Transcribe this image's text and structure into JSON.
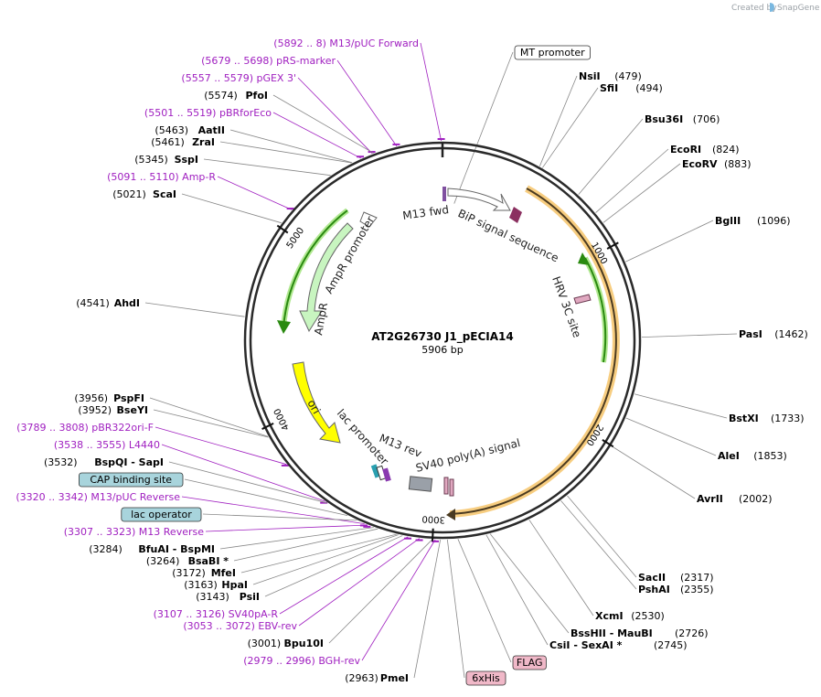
{
  "branding": {
    "created_by": "Created by",
    "app": "SnapGene"
  },
  "plasmid": {
    "name": "AT2G26730 J1_pECIA14",
    "length_label": "5906 bp",
    "length": 5906
  },
  "ring_ticks": [
    {
      "bp": 1000,
      "label": "1000"
    },
    {
      "bp": 2000,
      "label": "2000"
    },
    {
      "bp": 3000,
      "label": "3000"
    },
    {
      "bp": 4000,
      "label": "4000"
    },
    {
      "bp": 5000,
      "label": "5000"
    }
  ],
  "colors": {
    "primer": "#a020c0",
    "ampr": "#c8f5c0",
    "ori": "#ffff00",
    "bip": "#8b3060",
    "insert_halo": "#f5c060",
    "green_arrow": "#2a8a10",
    "cap_box": "#a8d4dc",
    "flag_box": "#f0b8c8"
  },
  "left_labels": [
    {
      "kind": "primer",
      "text": "(5892 .. 8)  M13/pUC Forward",
      "bp": 5900
    },
    {
      "kind": "primer",
      "text": "(5679 .. 5698)  pRS-marker",
      "bp": 5688
    },
    {
      "kind": "primer",
      "text": "(5557 .. 5579)  pGEX 3'",
      "bp": 5568
    },
    {
      "kind": "site",
      "pos": "(5574)",
      "enzyme": "PfoI",
      "bp": 5574
    },
    {
      "kind": "primer",
      "text": "(5501 .. 5519)  pBRforEco",
      "bp": 5510
    },
    {
      "kind": "site",
      "pos": "(5463)",
      "enzyme": "AatII",
      "bp": 5463
    },
    {
      "kind": "site",
      "pos": "(5461)",
      "enzyme": "ZraI",
      "bp": 5461
    },
    {
      "kind": "site",
      "pos": "(5345)",
      "enzyme": "SspI",
      "bp": 5345
    },
    {
      "kind": "primer",
      "text": "(5091 .. 5110)  Amp-R",
      "bp": 5100
    },
    {
      "kind": "site",
      "pos": "(5021)",
      "enzyme": "ScaI",
      "bp": 5021
    },
    {
      "kind": "site",
      "pos": "(4541)",
      "enzyme": "AhdI",
      "bp": 4541
    },
    {
      "kind": "site",
      "pos": "(3956)",
      "enzyme": "PspFI",
      "bp": 3956
    },
    {
      "kind": "site",
      "pos": "(3952)",
      "enzyme": "BseYI",
      "bp": 3952
    },
    {
      "kind": "primer",
      "text": "(3789 .. 3808)  pBR322ori-F",
      "bp": 3798
    },
    {
      "kind": "primer",
      "text": "(3538 .. 3555)  L4440",
      "bp": 3546
    },
    {
      "kind": "site",
      "pos": "(3532)",
      "enzyme": "BspQI  - SapI",
      "bp": 3532
    },
    {
      "kind": "box",
      "text": "CAP binding site",
      "bp": 3420
    },
    {
      "kind": "primer",
      "text": "(3320 .. 3342)  M13/pUC Reverse",
      "bp": 3331
    },
    {
      "kind": "box",
      "text": "lac operator",
      "bp": 3370
    },
    {
      "kind": "primer",
      "text": "(3307 .. 3323)  M13 Reverse",
      "bp": 3315
    },
    {
      "kind": "site",
      "pos": "(3284)",
      "enzyme": "BfuAI  - BspMI",
      "bp": 3284
    },
    {
      "kind": "site",
      "pos": "(3264)",
      "enzyme": "BsaBI *",
      "bp": 3264
    },
    {
      "kind": "site",
      "pos": "(3172)",
      "enzyme": "MfeI",
      "bp": 3172
    },
    {
      "kind": "site",
      "pos": "(3163)",
      "enzyme": "HpaI",
      "bp": 3163
    },
    {
      "kind": "site",
      "pos": "(3143)",
      "enzyme": "PsiI",
      "bp": 3143
    },
    {
      "kind": "primer",
      "text": "(3107 .. 3126)  SV40pA-R",
      "bp": 3116
    },
    {
      "kind": "primer",
      "text": "(3053 .. 3072)  EBV-rev",
      "bp": 3062
    },
    {
      "kind": "site",
      "pos": "(3001)",
      "enzyme": "Bpu10I",
      "bp": 3001
    },
    {
      "kind": "primer",
      "text": "(2979 .. 2996)  BGH-rev",
      "bp": 2987
    },
    {
      "kind": "site",
      "pos": "(2963)",
      "enzyme": "PmeI",
      "bp": 2963
    }
  ],
  "right_labels": [
    {
      "kind": "box-white",
      "text": "MT promoter",
      "bp": 80
    },
    {
      "kind": "site",
      "enzyme": "NsiI",
      "pos": "(479)",
      "bp": 479
    },
    {
      "kind": "site",
      "enzyme": "SfiI",
      "pos": "(494)",
      "bp": 494
    },
    {
      "kind": "site",
      "enzyme": "Bsu36I",
      "pos": "(706)",
      "bp": 706
    },
    {
      "kind": "site",
      "enzyme": "EcoRI",
      "pos": "(824)",
      "bp": 824
    },
    {
      "kind": "site",
      "enzyme": "EcoRV",
      "pos": "(883)",
      "bp": 883
    },
    {
      "kind": "site",
      "enzyme": "BglII",
      "pos": "(1096)",
      "bp": 1096
    },
    {
      "kind": "site",
      "enzyme": "PasI",
      "pos": "(1462)",
      "bp": 1462
    },
    {
      "kind": "site",
      "enzyme": "BstXI",
      "pos": "(1733)",
      "bp": 1733
    },
    {
      "kind": "site",
      "enzyme": "AleI",
      "pos": "(1853)",
      "bp": 1853
    },
    {
      "kind": "site",
      "enzyme": "AvrII",
      "pos": "(2002)",
      "bp": 2002
    },
    {
      "kind": "site",
      "enzyme": "SacII",
      "pos": "(2317)",
      "bp": 2317
    },
    {
      "kind": "site",
      "enzyme": "PshAI",
      "pos": "(2355)",
      "bp": 2355
    },
    {
      "kind": "site",
      "enzyme": "XcmI",
      "pos": "(2530)",
      "bp": 2530
    },
    {
      "kind": "site",
      "enzyme": "BssHII  - MauBI",
      "pos": "(2726)",
      "bp": 2726
    },
    {
      "kind": "site",
      "enzyme": "CsiI  - SexAI *",
      "pos": "(2745)",
      "bp": 2745
    },
    {
      "kind": "box-pink",
      "text": "FLAG",
      "bp": 2880
    },
    {
      "kind": "box-pink",
      "text": "6xHis",
      "bp": 2930
    }
  ],
  "features": [
    {
      "name": "M13 fwd",
      "start": 5892,
      "end": 8
    },
    {
      "name": "BiP signal sequence",
      "start": 60,
      "end": 380
    },
    {
      "name": "HRV 3C site",
      "start": 1380,
      "end": 1400
    },
    {
      "name": "AmpR promoter",
      "start": 5195,
      "end": 5300
    },
    {
      "name": "AmpR",
      "start": 4335,
      "end": 5195
    },
    {
      "name": "ori",
      "start": 3700,
      "end": 4300
    },
    {
      "name": "lac promoter",
      "start": 3350,
      "end": 3380
    },
    {
      "name": "M13 rev",
      "start": 3307,
      "end": 3323
    },
    {
      "name": "SV40 poly(A) signal",
      "start": 3000,
      "end": 3120
    }
  ]
}
